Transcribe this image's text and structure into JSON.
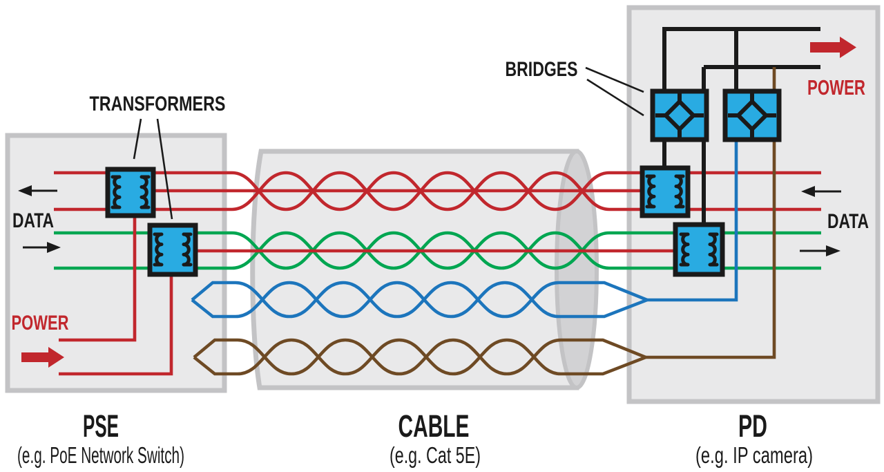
{
  "diagram": {
    "description": "Power over Ethernet (PoE) wiring diagram showing power and data flow from PSE through Cat5E cable to PD"
  },
  "labels": {
    "transformers": "TRANSFORMERS",
    "bridges": "BRIDGES",
    "data_left": "DATA",
    "data_right": "DATA",
    "power_left": "POWER",
    "power_right": "POWER"
  },
  "sections": {
    "pse": {
      "title": "PSE",
      "subtitle": "(e.g. PoE Network Switch)"
    },
    "cable": {
      "title": "CABLE",
      "subtitle": "(e.g. Cat 5E)"
    },
    "pd": {
      "title": "PD",
      "subtitle": "(e.g. IP camera)"
    }
  },
  "wires": {
    "pairs": [
      {
        "id": "pair-red",
        "name": "red data pair (twisted)",
        "color_key": "wire-red",
        "center_line": "red power center line"
      },
      {
        "id": "pair-green",
        "name": "green data pair (twisted)",
        "color_key": "wire-green",
        "center_line": "red power center line"
      },
      {
        "id": "pair-blue",
        "name": "blue spare pair (twisted)",
        "color_key": "wire-blue",
        "center_line": null
      },
      {
        "id": "pair-brown",
        "name": "brown spare pair (twisted)",
        "color_key": "wire-brown",
        "center_line": null
      }
    ],
    "components": {
      "transformers_count": 4,
      "bridges_count": 2
    }
  },
  "colors": {
    "bg": "#ffffff",
    "panel-fill": "#e9e9ea",
    "panel-stroke": "#c3c3c5",
    "cap-fill": "#d2d2d4",
    "component-fill": "#29abe2",
    "wire-red": "#c1272d",
    "wire-green": "#00a651",
    "wire-blue": "#1c75bc",
    "wire-brown": "#6e4a24",
    "wire-black": "#1a1a1a",
    "text-black": "#1a1a1a"
  }
}
